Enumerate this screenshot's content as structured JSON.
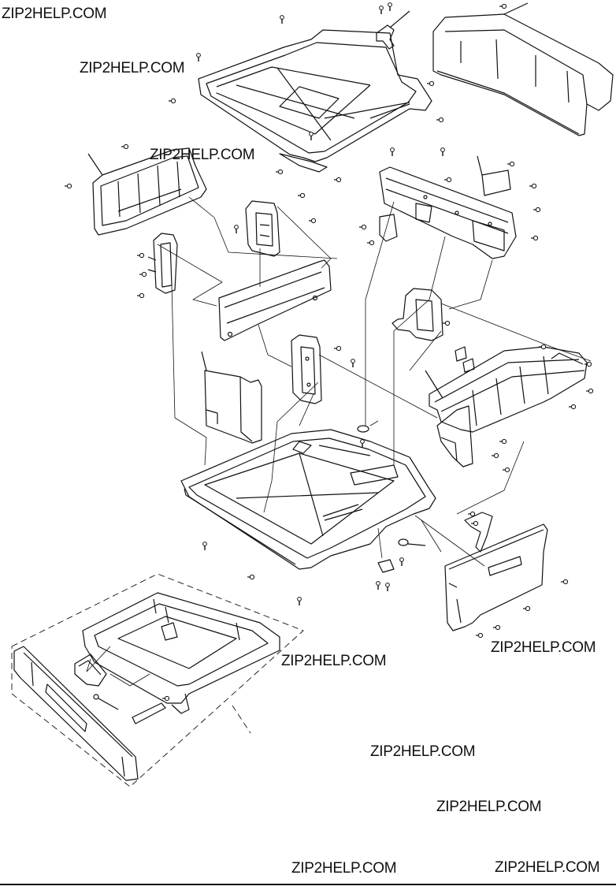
{
  "watermarks": {
    "w1": "ZIP2HELP.COM",
    "w2": "ZIP2HELP.COM",
    "w3": "ZIP2HELP.COM",
    "w4": "ZIP2HELP.COM",
    "w5": "ZIP2HELP.COM",
    "w6": "ZIP2HELP.COM",
    "w7": "ZIP2HELP.COM",
    "w8": "ZIP2HELP.COM",
    "w9": "ZIP2HELP.COM"
  },
  "colors": {
    "ink": "#111111",
    "paper": "#ffffff"
  }
}
